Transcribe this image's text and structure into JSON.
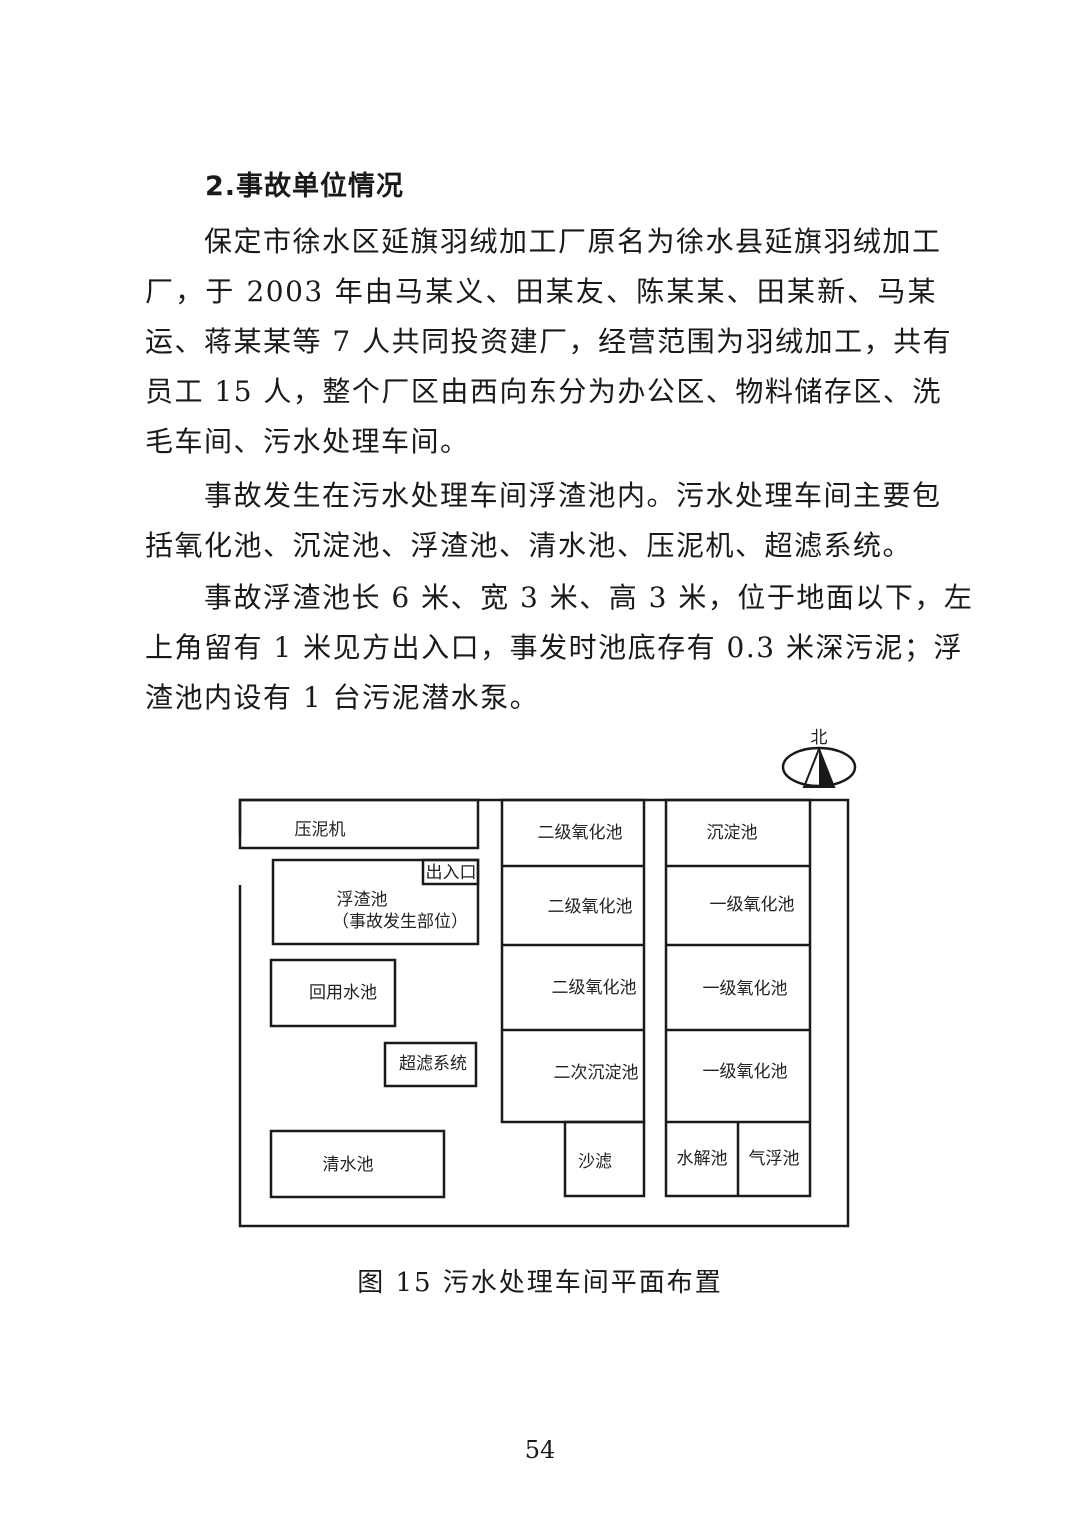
{
  "section": {
    "heading": "2.事故单位情况"
  },
  "paragraphs": {
    "p1": [
      "保定市徐水区延旗羽绒加工厂原名为徐水县延旗羽绒加工",
      "厂，于 2003 年由马某义、田某友、陈某某、田某新、马某",
      "运、蒋某某等 7 人共同投资建厂，经营范围为羽绒加工，共有",
      "员工 15 人，整个厂区由西向东分为办公区、物料储存区、洗",
      "毛车间、污水处理车间。"
    ],
    "p2": [
      "事故发生在污水处理车间浮渣池内。污水处理车间主要包",
      "括氧化池、沉淀池、浮渣池、清水池、压泥机、超滤系统。"
    ],
    "p3": [
      "事故浮渣池长 6 米、宽 3 米、高 3 米，位于地面以下，左",
      "上角留有 1 米见方出入口，事发时池底存有 0.3 米深污泥；浮",
      "渣池内设有 1 台污泥潜水泵。"
    ]
  },
  "figure": {
    "compass_label": "北",
    "rooms": {
      "press": "压泥机",
      "entrance": "出入口",
      "scum_pool": "浮渣池",
      "scum_note": "（事故发生部位）",
      "reuse_pool": "回用水池",
      "ultrafilter": "超滤系统",
      "clear_pool": "清水池",
      "oxid2_a": "二级氧化池",
      "oxid2_b": "二级氧化池",
      "oxid2_c": "二级氧化池",
      "secondary_settle": "二次沉淀池",
      "sand_filter": "沙滤",
      "settle": "沉淀池",
      "oxid1_a": "一级氧化池",
      "oxid1_b": "一级氧化池",
      "oxid1_c": "一级氧化池",
      "hydrolysis": "水解池",
      "air_float": "气浮池"
    },
    "caption": "图 15  污水处理车间平面布置"
  },
  "page": {
    "number": "54"
  }
}
